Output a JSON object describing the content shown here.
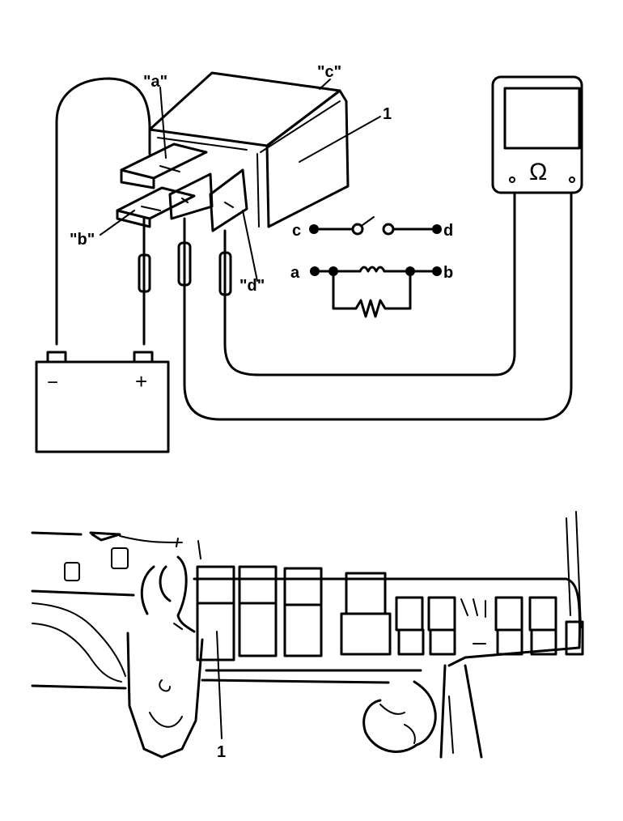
{
  "diagram": {
    "top": {
      "labels": {
        "terminal_a": "\"a\"",
        "terminal_b": "\"b\"",
        "terminal_c": "\"c\"",
        "terminal_d": "\"d\"",
        "part_number": "1"
      },
      "schematic": {
        "switch_left": "c",
        "switch_right": "d",
        "coil_left": "a",
        "coil_right": "b"
      },
      "meter_symbol": "Ω",
      "battery": {
        "minus": "−",
        "plus": "+"
      }
    },
    "bottom": {
      "labels": {
        "part_number": "1"
      }
    }
  },
  "colors": {
    "ink": "#000000",
    "paper": "#ffffff"
  }
}
